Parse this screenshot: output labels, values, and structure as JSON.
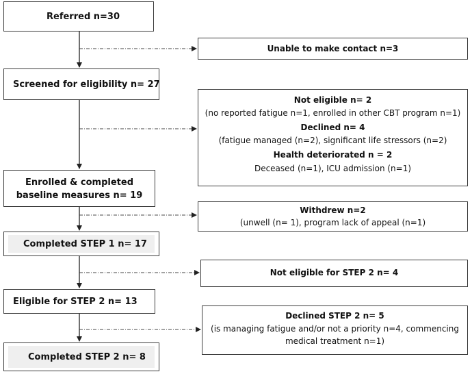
{
  "main_steps": {
    "referred": "Referred n=30",
    "screened": "Screened for eligibility n= 27",
    "enrolled_line1": "Enrolled & completed",
    "enrolled_line2": "baseline measures n= 19",
    "step1": "Completed STEP 1 n= 17",
    "eligible_step2": "Eligible for STEP 2 n= 13",
    "step2": "Completed STEP 2 n= 8"
  },
  "exclusions": {
    "unable_contact": "Unable to make contact n=3",
    "not_eligible_title": "Not eligible n= 2",
    "not_eligible_detail": "(no reported fatigue n=1, enrolled in other CBT program n=1)",
    "declined_title": "Declined n= 4",
    "declined_detail": "(fatigue managed (n=2), significant life stressors (n=2)",
    "health_title": "Health deteriorated n = 2",
    "health_detail": "Deceased (n=1), ICU admission (n=1)",
    "withdrew_title": "Withdrew n=2",
    "withdrew_detail": "(unwell (n= 1), program lack of appeal (n=1)",
    "not_eligible_step2": "Not eligible for STEP 2 n= 4",
    "declined_step2_title": "Declined STEP 2 n= 5",
    "declined_step2_line1": "(is managing fatigue and/or not a priority n=4, commencing",
    "declined_step2_line2": "medical treatment n=1)"
  }
}
